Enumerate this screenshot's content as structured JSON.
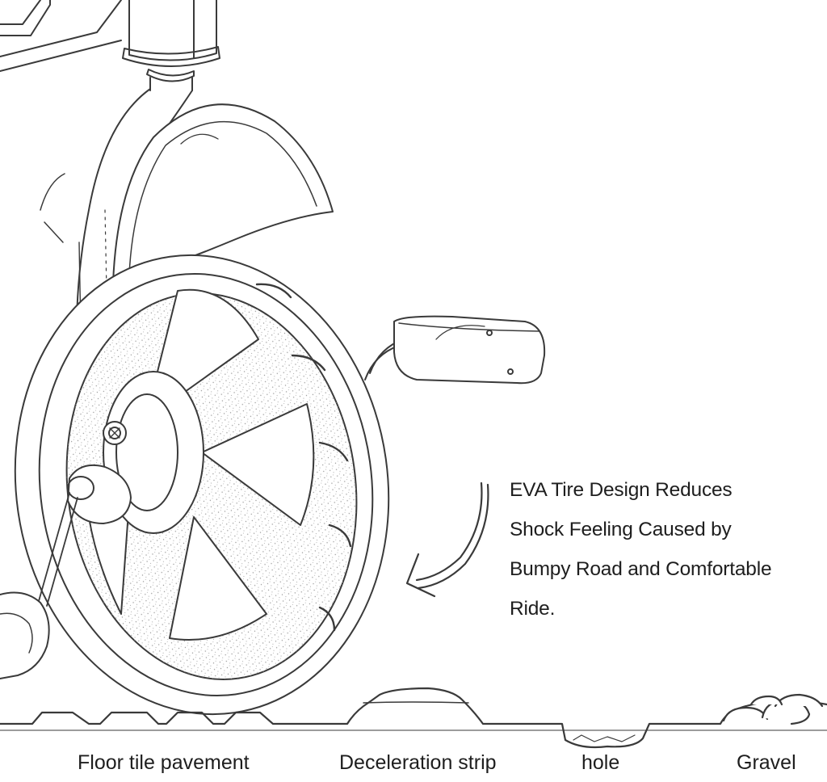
{
  "caption": {
    "lines": [
      "EVA Tire Design Reduces",
      "Shock Feeling Caused by",
      "Bumpy Road and Comfortable",
      "Ride."
    ]
  },
  "road_labels": {
    "floor": "Floor tile pavement",
    "strip": "Deceleration strip",
    "hole": "hole",
    "gravel": "Gravel"
  },
  "colors": {
    "ink": "#3a3a3a",
    "paper": "#ffffff"
  }
}
